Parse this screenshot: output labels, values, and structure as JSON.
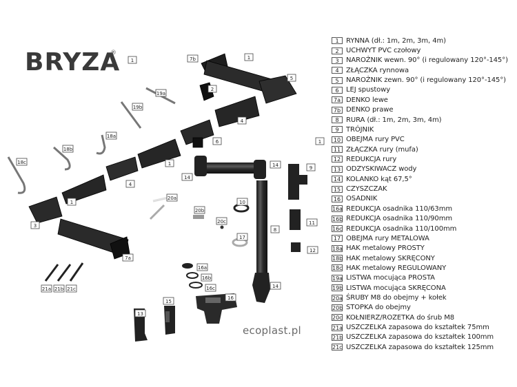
{
  "brand": {
    "logo": "BRYZA",
    "registered": "®",
    "website": "ecoplast.pl"
  },
  "diagram_labels": [
    "1",
    "1",
    "1",
    "1",
    "1",
    "2",
    "3",
    "4",
    "4",
    "5",
    "6",
    "7a",
    "7b",
    "8",
    "9",
    "10",
    "11",
    "12",
    "13",
    "14",
    "14",
    "14",
    "15",
    "16",
    "16a",
    "16b",
    "16c",
    "17",
    "18a",
    "18b",
    "18c",
    "19a",
    "19b",
    "20a",
    "20b",
    "20c",
    "21a",
    "21b",
    "21c"
  ],
  "legend": [
    {
      "num": "1",
      "text": "RYNNA (dł.: 1m, 2m, 3m, 4m)"
    },
    {
      "num": "2",
      "text": "UCHWYT PVC czołowy"
    },
    {
      "num": "3",
      "text": "NAROŻNIK wewn. 90° (i regulowany 120°-145°)"
    },
    {
      "num": "4",
      "text": "ZŁĄCZKA rynnowa"
    },
    {
      "num": "5",
      "text": "NAROŻNIK zewn. 90° (i regulowany 120°-145°)"
    },
    {
      "num": "6",
      "text": "LEJ spustowy"
    },
    {
      "num": "7a",
      "text": "DENKO lewe"
    },
    {
      "num": "7b",
      "text": "DENKO prawe"
    },
    {
      "num": "8",
      "text": "RURA (dł.: 1m, 2m, 3m, 4m)"
    },
    {
      "num": "9",
      "text": "TRÓJNIK"
    },
    {
      "num": "10",
      "text": "OBEJMA rury PVC"
    },
    {
      "num": "11",
      "text": "ZŁĄCZKA rury (mufa)"
    },
    {
      "num": "12",
      "text": "REDUKCJA rury"
    },
    {
      "num": "13",
      "text": "ODZYSKIWACZ wody"
    },
    {
      "num": "14",
      "text": "KOLANKO kąt 67,5°"
    },
    {
      "num": "15",
      "text": "CZYSZCZAK"
    },
    {
      "num": "16",
      "text": "OSADNIK"
    },
    {
      "num": "16a",
      "text": "REDUKCJA osadnika 110/63mm"
    },
    {
      "num": "16b",
      "text": "REDUKCJA osadnika 110/90mm"
    },
    {
      "num": "16c",
      "text": "REDUKCJA osadnika 110/100mm"
    },
    {
      "num": "17",
      "text": "OBEJMA rury METALOWA"
    },
    {
      "num": "18a",
      "text": "HAK metalowy PROSTY"
    },
    {
      "num": "18b",
      "text": "HAK metalowy SKRĘCONY"
    },
    {
      "num": "18c",
      "text": "HAK metalowy REGULOWANY"
    },
    {
      "num": "19a",
      "text": "LISTWA mocująca PROSTA"
    },
    {
      "num": "19b",
      "text": "LISTWA mocująca SKRĘCONA"
    },
    {
      "num": "20a",
      "text": "ŚRUBY M8 do obejmy + kołek"
    },
    {
      "num": "20b",
      "text": "STOPKA do obejmy"
    },
    {
      "num": "20c",
      "text": "KOŁNIERZ/ROZETKA do śrub M8"
    },
    {
      "num": "21a",
      "text": "USZCZELKA zapasowa do kształtek 75mm"
    },
    {
      "num": "21b",
      "text": "USZCZELKA zapasowa do kształtek 100mm"
    },
    {
      "num": "21c",
      "text": "USZCZELKA zapasowa do kształtek 125mm"
    }
  ]
}
